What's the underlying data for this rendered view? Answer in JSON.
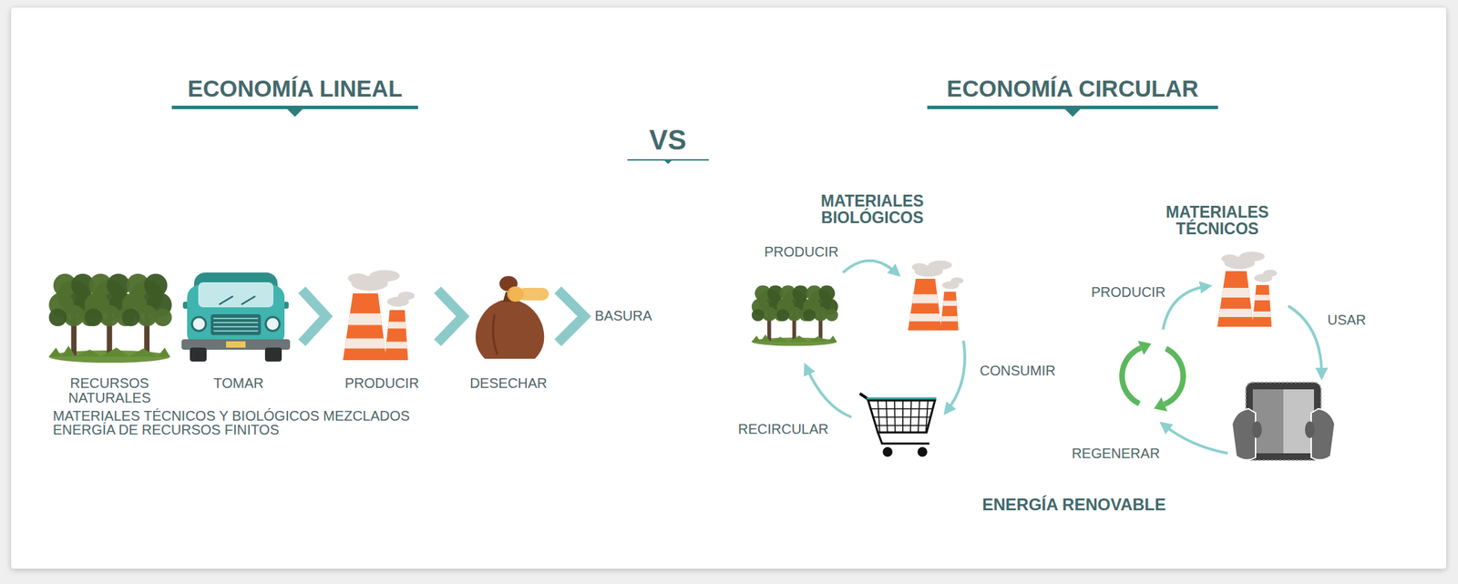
{
  "diagram": {
    "nodes": [
      {
        "text": [
          "RECURSOS NATURALES"
        ]
      },
      {
        "text": [
          "TOMAR"
        ]
      },
      {
        "text": [
          "PRODUCIR"
        ]
      },
      {
        "text": [
          "DESECHAR"
        ]
      },
      {
        "text": [
          "MATERIALES BIOLÓGICOS"
        ]
      },
      {
        "text": [
          "MATERIALES TÉCNICOS"
        ]
      }
    ],
    "edges": [
      {
        "from": 1,
        "to": 2,
        "arrow": "to"
      },
      {
        "from": 2,
        "to": 3,
        "arrow": "to"
      }
    ],
    "labels": [
      "ECONOMÍA LINEAL",
      "VS",
      "ECONOMÍA CIRCULAR",
      "BASURA",
      "MATERIALES TÉCNICOS Y BIOLÓGICOS MEZCLADOS",
      "ENERGÍA DE RECURSOS FINITOS",
      "PRODUCIR",
      "CONSUMIR",
      "RECIRCULAR",
      "PRODUCIR",
      "USAR",
      "REGENERAR",
      "ENERGÍA RENOVABLE"
    ]
  }
}
